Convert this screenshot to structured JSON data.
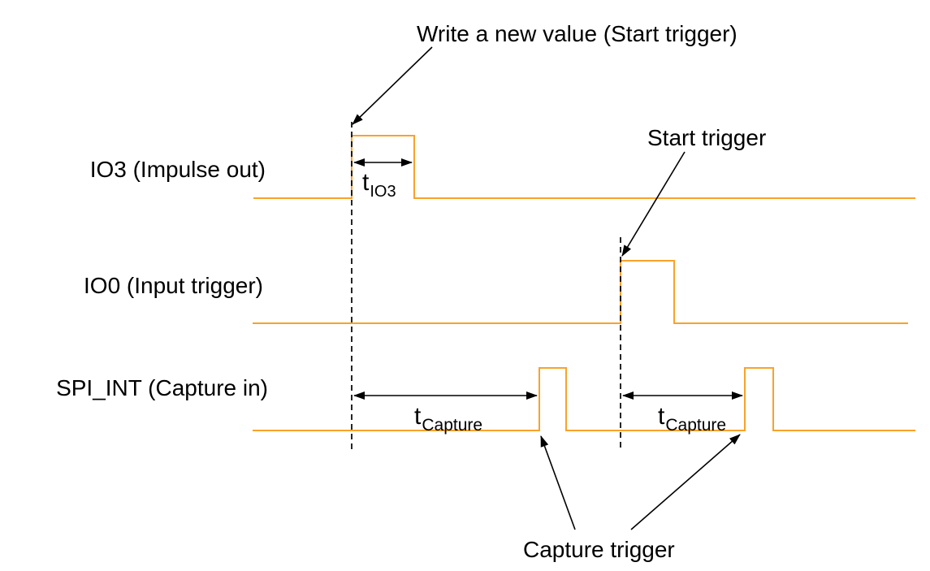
{
  "diagram": {
    "annotations": {
      "write_new_value": "Write a new value (Start trigger)",
      "start_trigger": "Start trigger",
      "capture_trigger": "Capture trigger"
    },
    "signals": [
      {
        "label": "IO3 (Impulse out)"
      },
      {
        "label": "IO0 (Input trigger)"
      },
      {
        "label": "SPI_INT (Capture in)"
      }
    ],
    "timing_labels": {
      "t_io3": {
        "base": "t",
        "sub": "IO3"
      },
      "t_capture_first": {
        "base": "t",
        "sub": "Capture"
      },
      "t_capture_second": {
        "base": "t",
        "sub": "Capture"
      }
    },
    "colors": {
      "waveform": "#F9A22B",
      "annotation_lines": "#000000",
      "background": "#FFFFFF"
    }
  }
}
